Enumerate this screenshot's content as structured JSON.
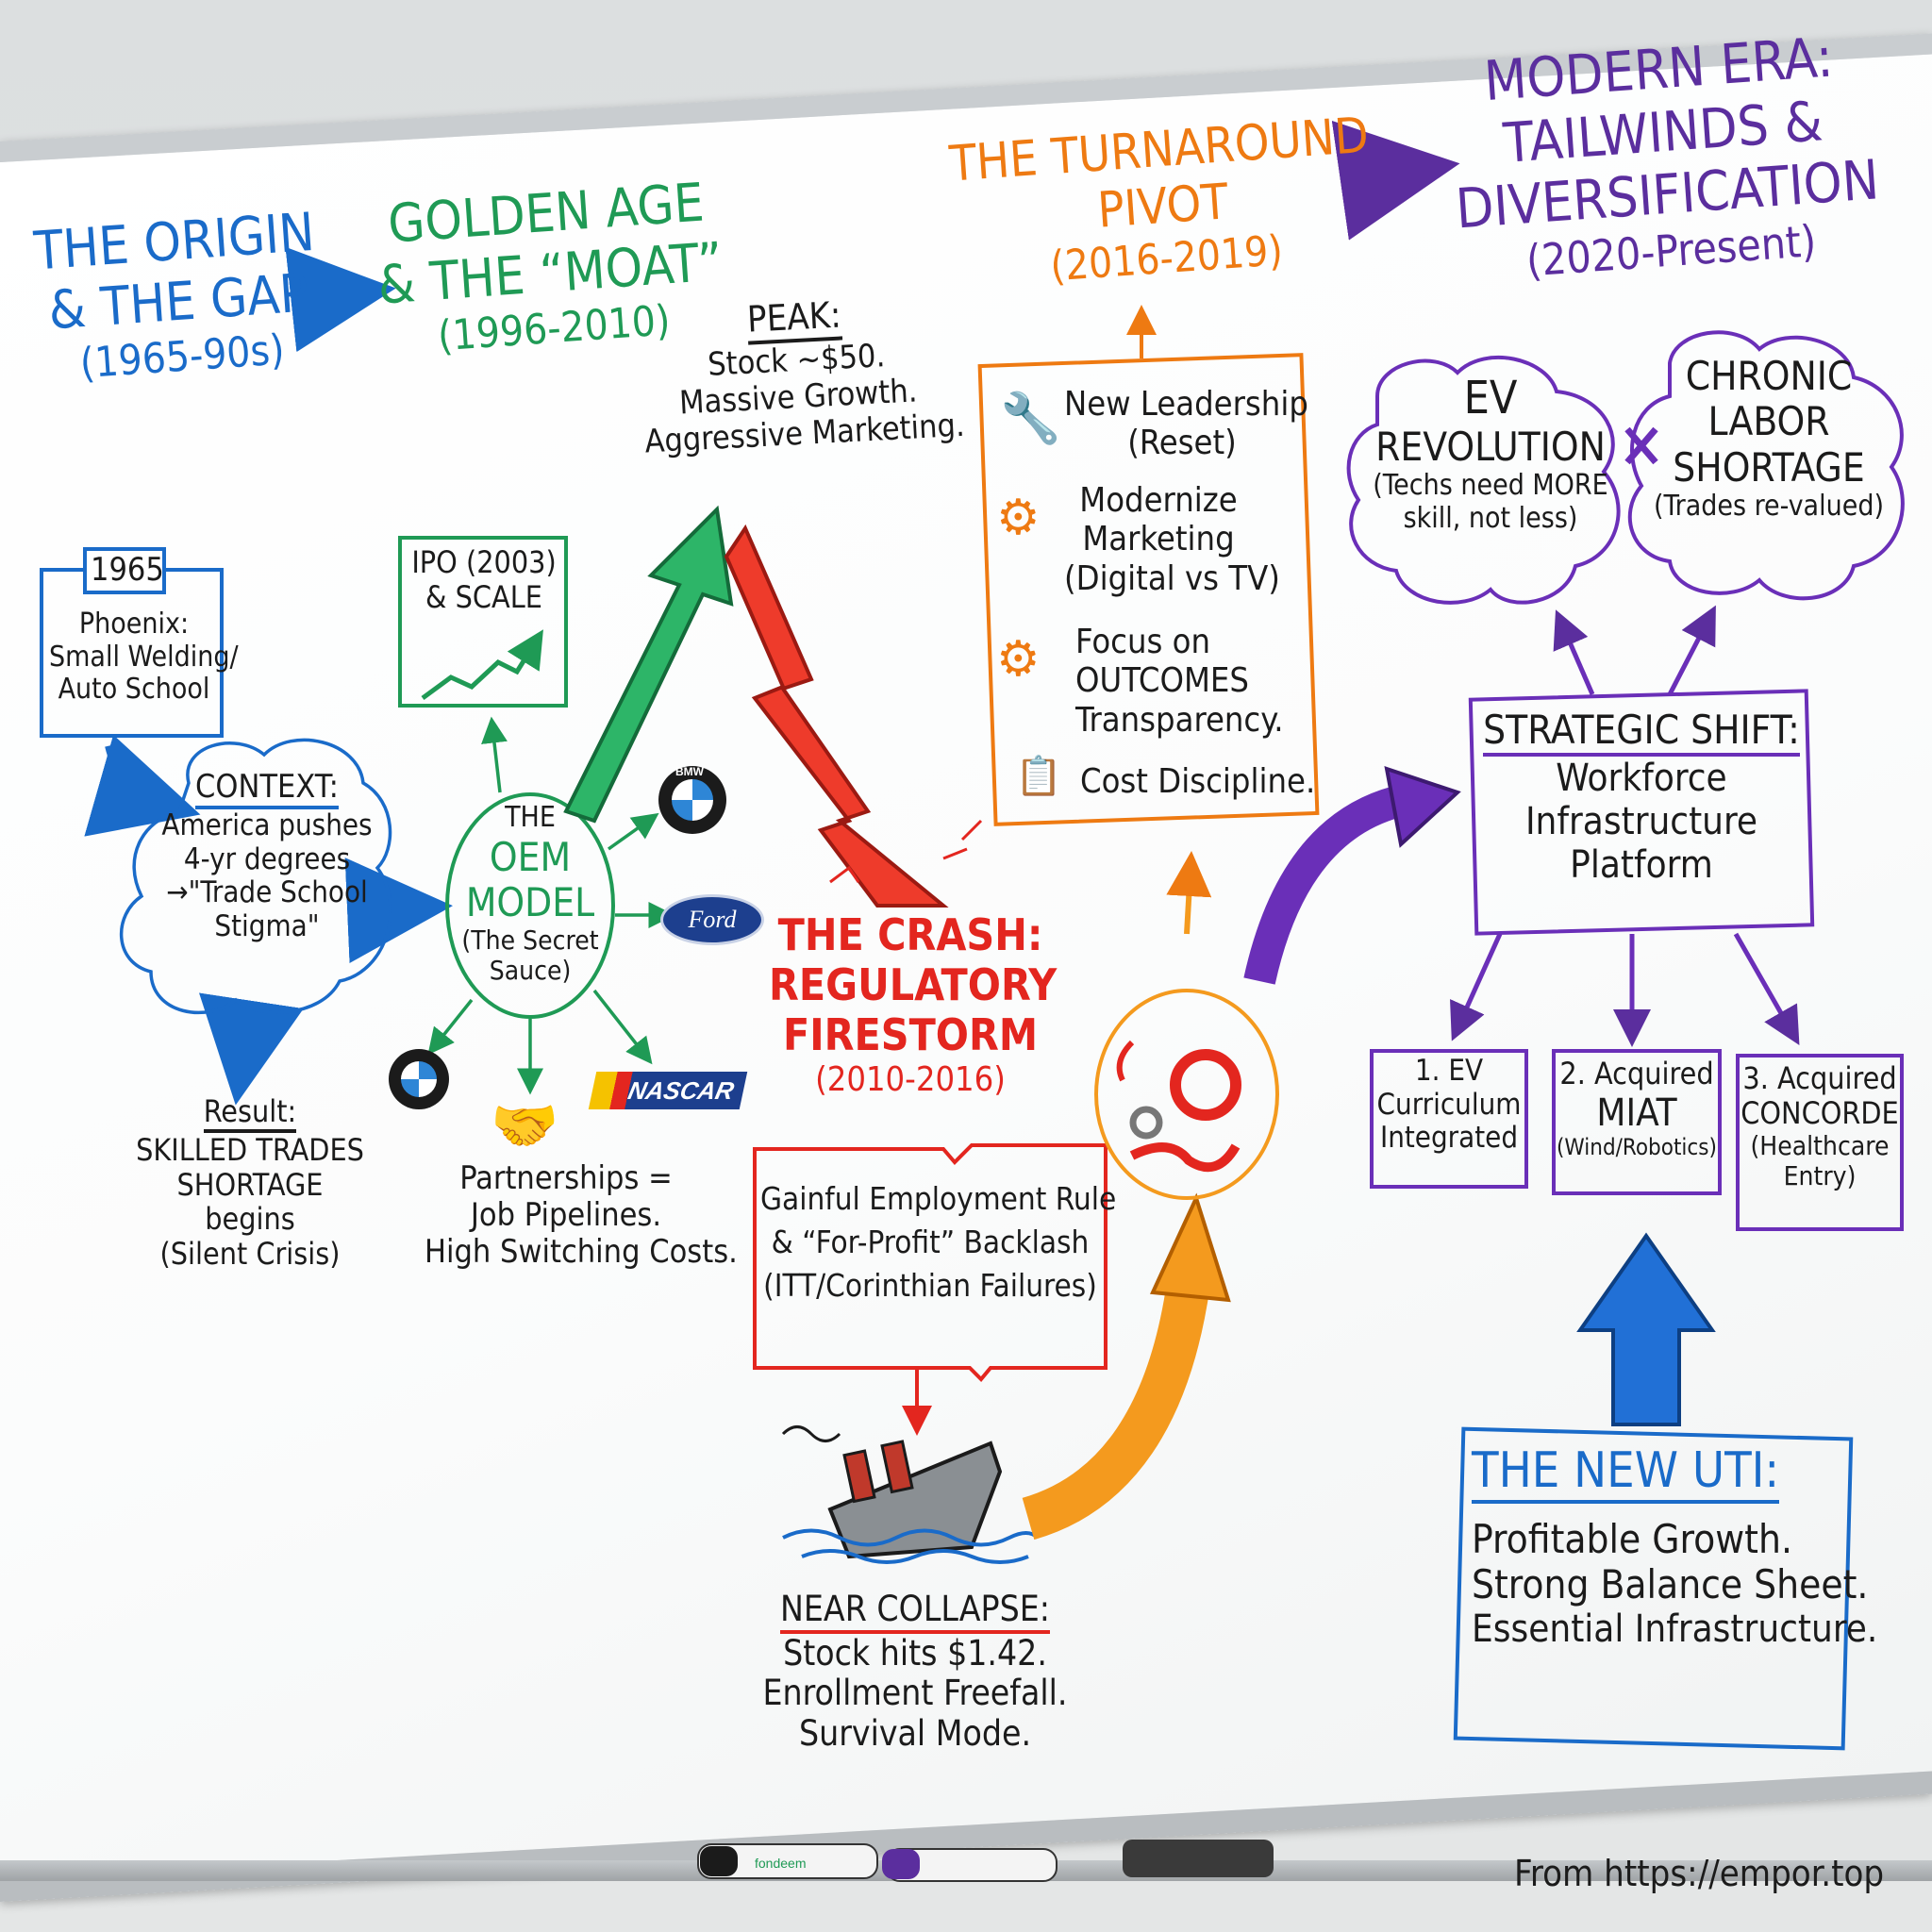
{
  "eras": {
    "origin": {
      "title1": "THE ORIGIN",
      "title2": "& THE GAP",
      "years": "(1965-90s)"
    },
    "golden": {
      "title1": "GOLDEN AGE",
      "title2": "& THE “MOAT”",
      "years": "(1996-2010)"
    },
    "turnaround": {
      "title1": "THE TURNAROUND",
      "title2": "PIVOT",
      "years": "(2016-2019)"
    },
    "modern": {
      "title1": "MODERN ERA:",
      "title2": "TAILWINDS &",
      "title3": "DIVERSIFICATION",
      "years": "(2020-Present)"
    }
  },
  "origin_box": {
    "year": "1965",
    "line1": "Phoenix:",
    "line2": "Small Welding/",
    "line3": "Auto School"
  },
  "context": {
    "title": "CONTEXT:",
    "line1": "America pushes",
    "line2": "4-yr degrees",
    "line3": "→\"Trade School",
    "line4": "Stigma\""
  },
  "result": {
    "title": "Result:",
    "line1": "SKILLED TRADES",
    "line2": "SHORTAGE",
    "line3": "begins",
    "line4": "(Silent Crisis)"
  },
  "ipo": {
    "line1": "IPO (2003)",
    "line2": "& SCALE"
  },
  "oem": {
    "line1": "THE",
    "line2": "OEM",
    "line3": "MODEL",
    "line4": "(The Secret",
    "line5": "Sauce)"
  },
  "logos": {
    "bmw": "BMW",
    "ford": "Ford",
    "nascar": "NASCAR"
  },
  "partnerships": {
    "line1": "Partnerships =",
    "line2": "Job Pipelines.",
    "line3": "High Switching Costs."
  },
  "peak": {
    "title": "PEAK:",
    "line1": "Stock ~$50.",
    "line2": "Massive Growth.",
    "line3": "Aggressive Marketing."
  },
  "crash": {
    "line1": "THE CRASH:",
    "line2": "REGULATORY",
    "line3": "FIRESTORM",
    "years": "(2010-2016)"
  },
  "gainful": {
    "line1": "Gainful Employment Rule",
    "line2": "& “For-Profit” Backlash",
    "line3": "(ITT/Corinthian Failures)"
  },
  "collapse": {
    "title": "NEAR COLLAPSE:",
    "line1": "Stock hits $1.42.",
    "line2": "Enrollment Freefall.",
    "line3": "Survival Mode."
  },
  "turnaround_box": {
    "item1a": "New Leadership",
    "item1b": "(Reset)",
    "item2a": "Modernize",
    "item2b": "Marketing",
    "item2c": "(Digital vs TV)",
    "item3a": "Focus on",
    "item3b": "OUTCOMES",
    "item3c": "Transparency.",
    "item4a": "Cost Discipline."
  },
  "clouds": {
    "ev": {
      "line1": "EV",
      "line2": "REVOLUTION",
      "line3": "(Techs need MORE",
      "line4": "skill, not less)"
    },
    "labor": {
      "line1": "CHRONIC",
      "line2": "LABOR",
      "line3": "SHORTAGE",
      "line4": "(Trades re-valued)"
    }
  },
  "strategic": {
    "title": "STRATEGIC SHIFT:",
    "line1": "Workforce",
    "line2": "Infrastructure",
    "line3": "Platform"
  },
  "sub": {
    "s1": {
      "line1": "1. EV",
      "line2": "Curriculum",
      "line3": "Integrated"
    },
    "s2": {
      "line1": "2. Acquired",
      "line2": "MIAT",
      "line3": "(Wind/Robotics)"
    },
    "s3": {
      "line1": "3. Acquired",
      "line2": "CONCORDE",
      "line3": "(Healthcare",
      "line4": "Entry)"
    }
  },
  "newuti": {
    "title": "THE NEW UTI:",
    "line1": "Profitable Growth.",
    "line2": "Strong Balance Sheet.",
    "line3": "Essential Infrastructure."
  },
  "footer": {
    "source": "From https://empor.top"
  },
  "markers": {
    "green_label": "fondeem"
  },
  "colors": {
    "blue": "#1a6bc9",
    "green": "#1f9a55",
    "orange": "#ee7a12",
    "purple": "#5b2e9e",
    "red": "#e3261f",
    "ink": "#1b1b1b"
  }
}
